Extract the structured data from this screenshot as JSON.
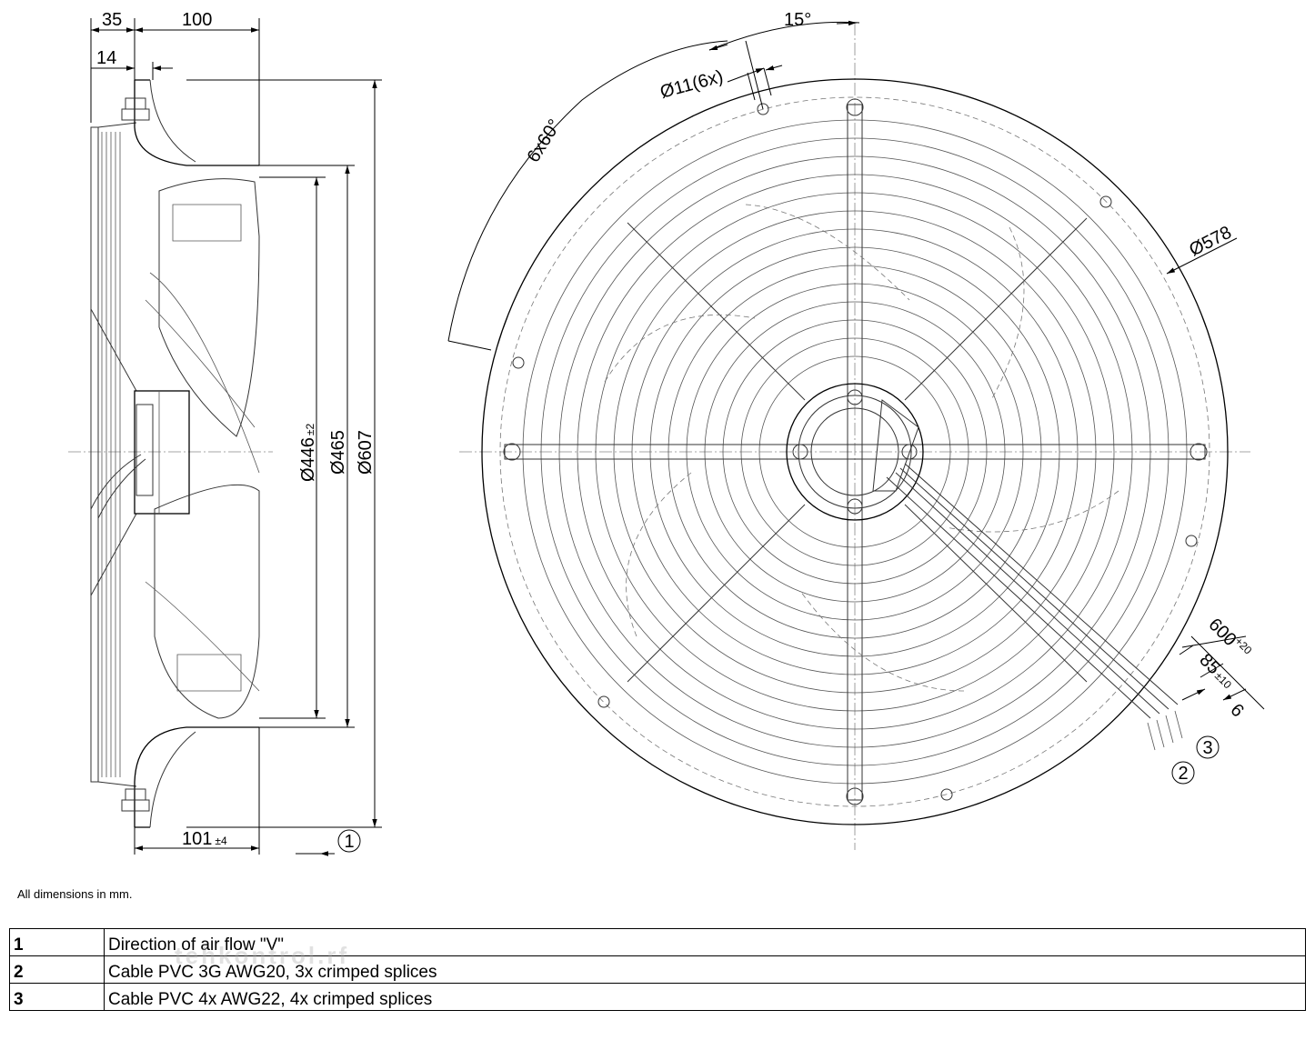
{
  "side_view": {
    "dims": {
      "d35": "35",
      "d100": "100",
      "d14": "14",
      "d101": "101",
      "tol101": "±4",
      "dia446": "Ø446",
      "tol446": "±2",
      "dia465": "Ø465",
      "dia607": "Ø607"
    },
    "callout1": "1"
  },
  "front_view": {
    "dims": {
      "angle15": "15°",
      "hole": "Ø11(6x)",
      "pitch": "6x60°",
      "dia578": "Ø578",
      "len600": "600",
      "tol600": "+20",
      "len85": "85",
      "tol85": "±10",
      "len6": "6"
    },
    "callout2": "2",
    "callout3": "3"
  },
  "note": "All dimensions in mm.",
  "legend": [
    {
      "num": "1",
      "text": "Direction of air flow \"V\""
    },
    {
      "num": "2",
      "text": "Cable PVC 3G AWG20, 3x crimped splices"
    },
    {
      "num": "3",
      "text": "Cable PVC 4x AWG22, 4x crimped splices"
    }
  ],
  "watermark": "tehkontrol.rf"
}
